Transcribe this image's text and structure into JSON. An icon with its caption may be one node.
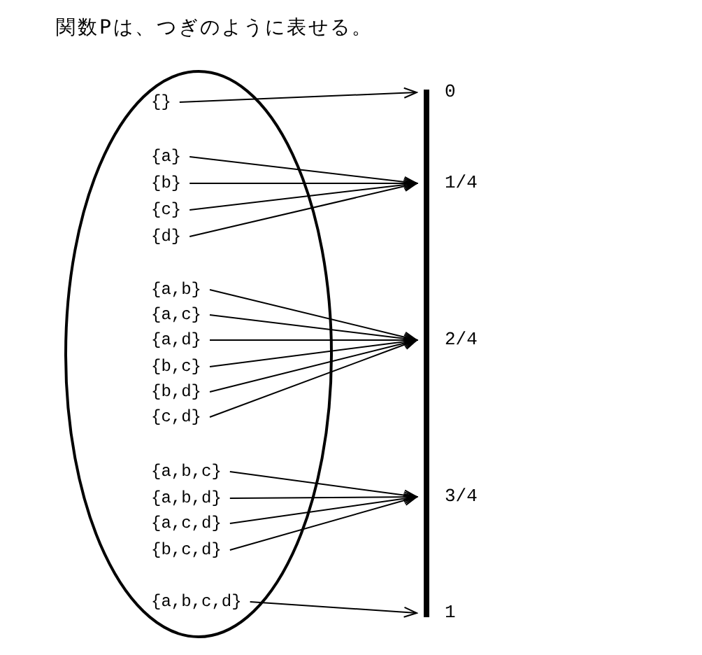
{
  "diagram": {
    "title": "関数Pは、つぎのように表せる。",
    "nodes": [
      {
        "text": [],
        "shape": "ellipse"
      },
      {
        "text": [
          "{}"
        ],
        "in": 0
      },
      {
        "text": [
          "{a}"
        ],
        "in": 0
      },
      {
        "text": [
          "{b}"
        ],
        "in": 0
      },
      {
        "text": [
          "{c}"
        ],
        "in": 0
      },
      {
        "text": [
          "{d}"
        ],
        "in": 0
      },
      {
        "text": [
          "{a,b}"
        ],
        "in": 0
      },
      {
        "text": [
          "{a,c}"
        ],
        "in": 0
      },
      {
        "text": [
          "{a,d}"
        ],
        "in": 0
      },
      {
        "text": [
          "{b,c}"
        ],
        "in": 0
      },
      {
        "text": [
          "{b,d}"
        ],
        "in": 0
      },
      {
        "text": [
          "{c,d}"
        ],
        "in": 0
      },
      {
        "text": [
          "{a,b,c}"
        ],
        "in": 0
      },
      {
        "text": [
          "{a,b,d}"
        ],
        "in": 0
      },
      {
        "text": [
          "{a,c,d}"
        ],
        "in": 0
      },
      {
        "text": [
          "{b,c,d}"
        ],
        "in": 0
      },
      {
        "text": [
          "{a,b,c,d}"
        ],
        "in": 0
      },
      {
        "text": [
          "0"
        ]
      },
      {
        "text": [
          "1/4"
        ]
      },
      {
        "text": [
          "2/4"
        ]
      },
      {
        "text": [
          "3/4"
        ]
      },
      {
        "text": [
          "1"
        ]
      }
    ],
    "edges": [
      {
        "from": 1,
        "to": 17,
        "arrow": "to"
      },
      {
        "from": 2,
        "to": 18,
        "arrow": "to"
      },
      {
        "from": 3,
        "to": 18,
        "arrow": "to"
      },
      {
        "from": 4,
        "to": 18,
        "arrow": "to"
      },
      {
        "from": 5,
        "to": 18,
        "arrow": "to"
      },
      {
        "from": 6,
        "to": 19,
        "arrow": "to"
      },
      {
        "from": 7,
        "to": 19,
        "arrow": "to"
      },
      {
        "from": 8,
        "to": 19,
        "arrow": "to"
      },
      {
        "from": 9,
        "to": 19,
        "arrow": "to"
      },
      {
        "from": 10,
        "to": 19,
        "arrow": "to"
      },
      {
        "from": 11,
        "to": 19,
        "arrow": "to"
      },
      {
        "from": 12,
        "to": 20,
        "arrow": "to"
      },
      {
        "from": 13,
        "to": 20,
        "arrow": "to"
      },
      {
        "from": 14,
        "to": 20,
        "arrow": "to"
      },
      {
        "from": 15,
        "to": 20,
        "arrow": "to"
      },
      {
        "from": 16,
        "to": 21,
        "arrow": "to"
      }
    ]
  }
}
